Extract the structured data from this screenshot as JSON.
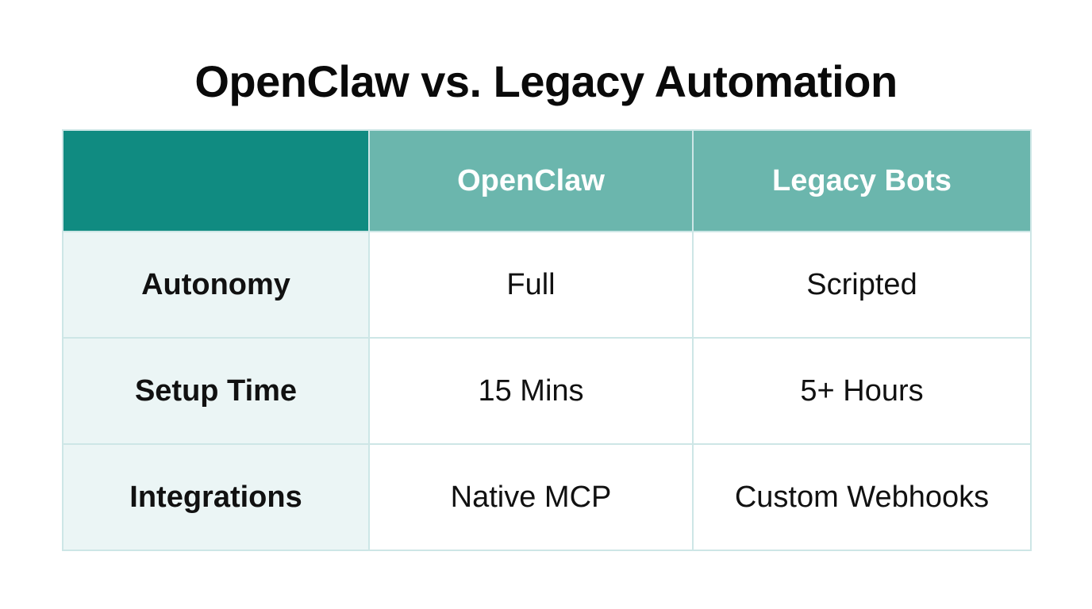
{
  "title": "OpenClaw vs. Legacy Automation",
  "colors": {
    "corner_header": "#108b81",
    "column_header": "#6bb6ad",
    "label_cell": "#ebf5f5",
    "border": "#cde6e6"
  },
  "table": {
    "columns": [
      "",
      "OpenClaw",
      "Legacy Bots"
    ],
    "rows": [
      {
        "label": "Autonomy",
        "openclaw": "Full",
        "legacy": "Scripted"
      },
      {
        "label": "Setup Time",
        "openclaw": "15 Mins",
        "legacy": "5+ Hours"
      },
      {
        "label": "Integrations",
        "openclaw": "Native MCP",
        "legacy": "Custom Webhooks"
      }
    ]
  }
}
